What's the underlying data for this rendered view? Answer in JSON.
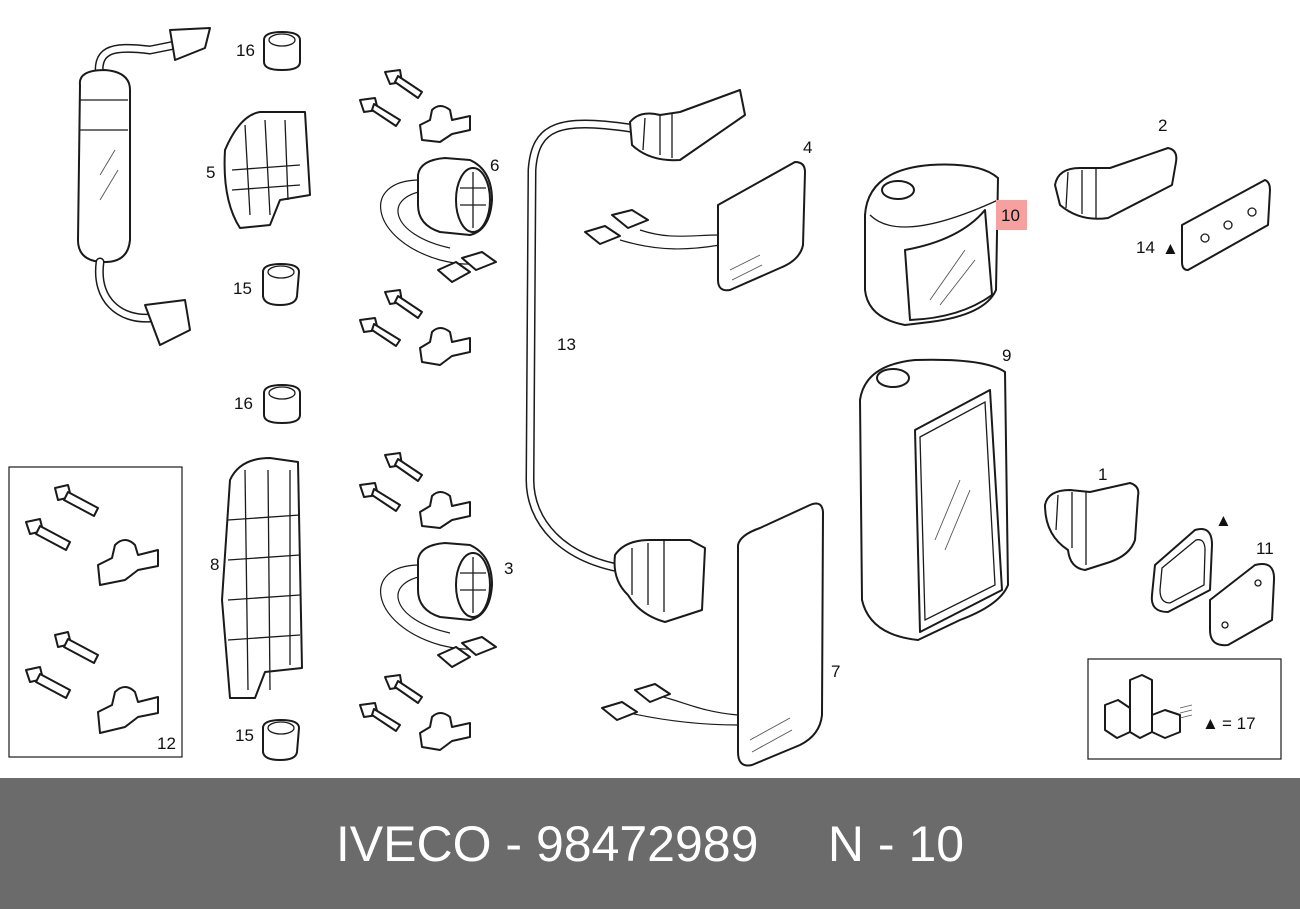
{
  "footer": {
    "brand": "IVECO",
    "separator": "-",
    "part_number": "98472989",
    "position_prefix": "N",
    "position_number": "10"
  },
  "highlight_color": "#f7a0a0",
  "footer_color": "#6b6b6b",
  "callouts": {
    "c1": "1",
    "c2": "2",
    "c3": "3",
    "c4": "4",
    "c5": "5",
    "c6": "6",
    "c7": "7",
    "c8": "8",
    "c9": "9",
    "c10": "10",
    "c11": "11",
    "c12": "12",
    "c13": "13",
    "c14": "14",
    "c15a": "15",
    "c15b": "15",
    "c16a": "16",
    "c16b": "16"
  },
  "legend": {
    "symbol": "▲",
    "text": "= 17"
  }
}
